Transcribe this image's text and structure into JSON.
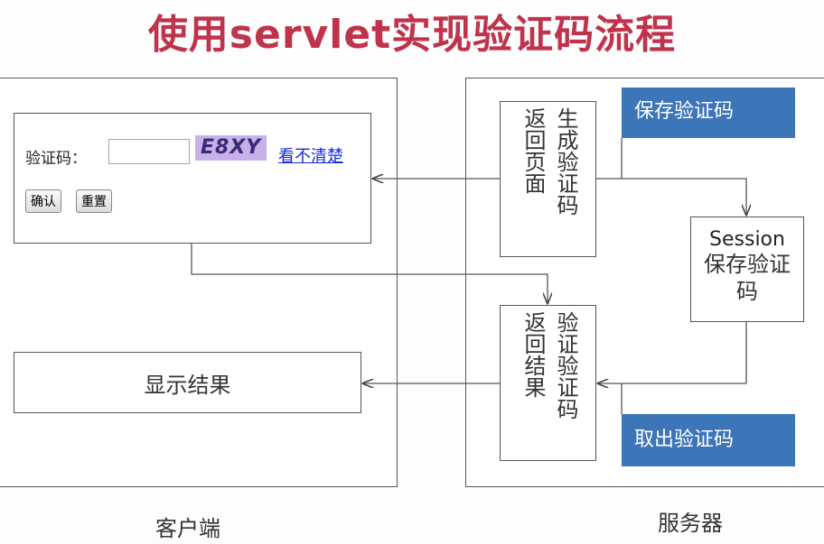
{
  "title": "使用servlet实现验证码流程",
  "client": {
    "caption": "客户端",
    "form": {
      "label": "验证码：",
      "input_value": "",
      "captcha_text": "E8XY",
      "refresh_link": "看不清楚",
      "confirm_button": "确认",
      "reset_button": "重置"
    },
    "result_box": "显示结果"
  },
  "server": {
    "caption": "服务器",
    "gen_box_left": "返回页面",
    "gen_box_right": "生成验证码",
    "save_label": "保存验证码",
    "session_title": "Session",
    "session_text": "保存验证码",
    "verify_box_left": "返回结果",
    "verify_box_right": "验证验证码",
    "fetch_label": "取出验证码"
  },
  "colors": {
    "title": "#c0334c",
    "blue_label": "#3d75b9",
    "captcha_bg": "#c8b0e8"
  }
}
